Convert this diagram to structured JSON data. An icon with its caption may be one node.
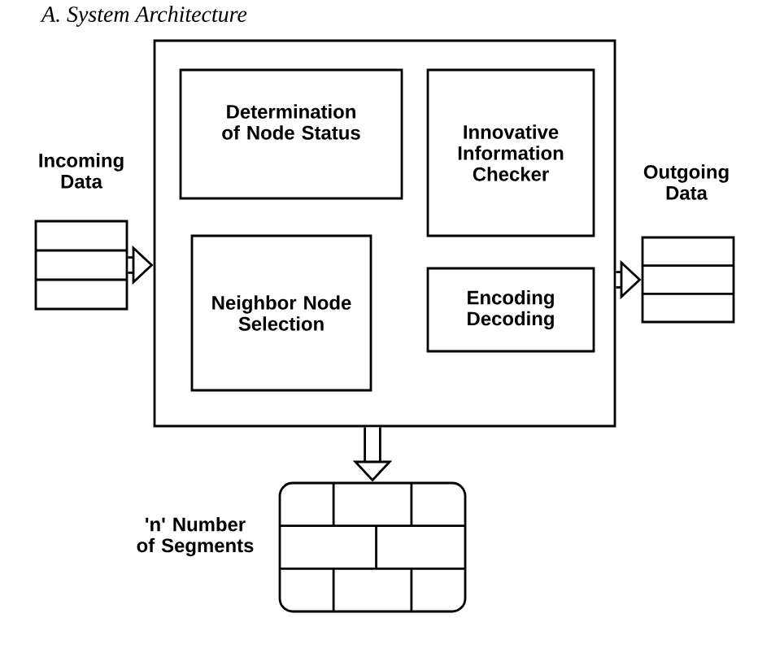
{
  "diagram": {
    "title": "A.  System Architecture",
    "nodes": [
      {
        "text": [],
        "shape": "box"
      },
      {
        "text": [
          "Determination of Node Status"
        ],
        "in": 0
      },
      {
        "text": [
          "Innovative Information Checker"
        ],
        "in": 0
      },
      {
        "text": [
          "Neighbor Node Selection"
        ],
        "in": 0
      },
      {
        "text": [
          "Encoding Decoding"
        ],
        "in": 0
      },
      {
        "text": [
          "Incoming Data"
        ]
      },
      {
        "text": [
          "Outgoing Data"
        ]
      },
      {
        "text": [
          "'n' Number of Segments"
        ]
      }
    ],
    "edges": [
      {
        "from": 5,
        "to": 0,
        "arrow": "to"
      },
      {
        "from": 0,
        "to": 6,
        "arrow": "to"
      },
      {
        "from": 0,
        "to": 7,
        "arrow": "to"
      }
    ]
  }
}
